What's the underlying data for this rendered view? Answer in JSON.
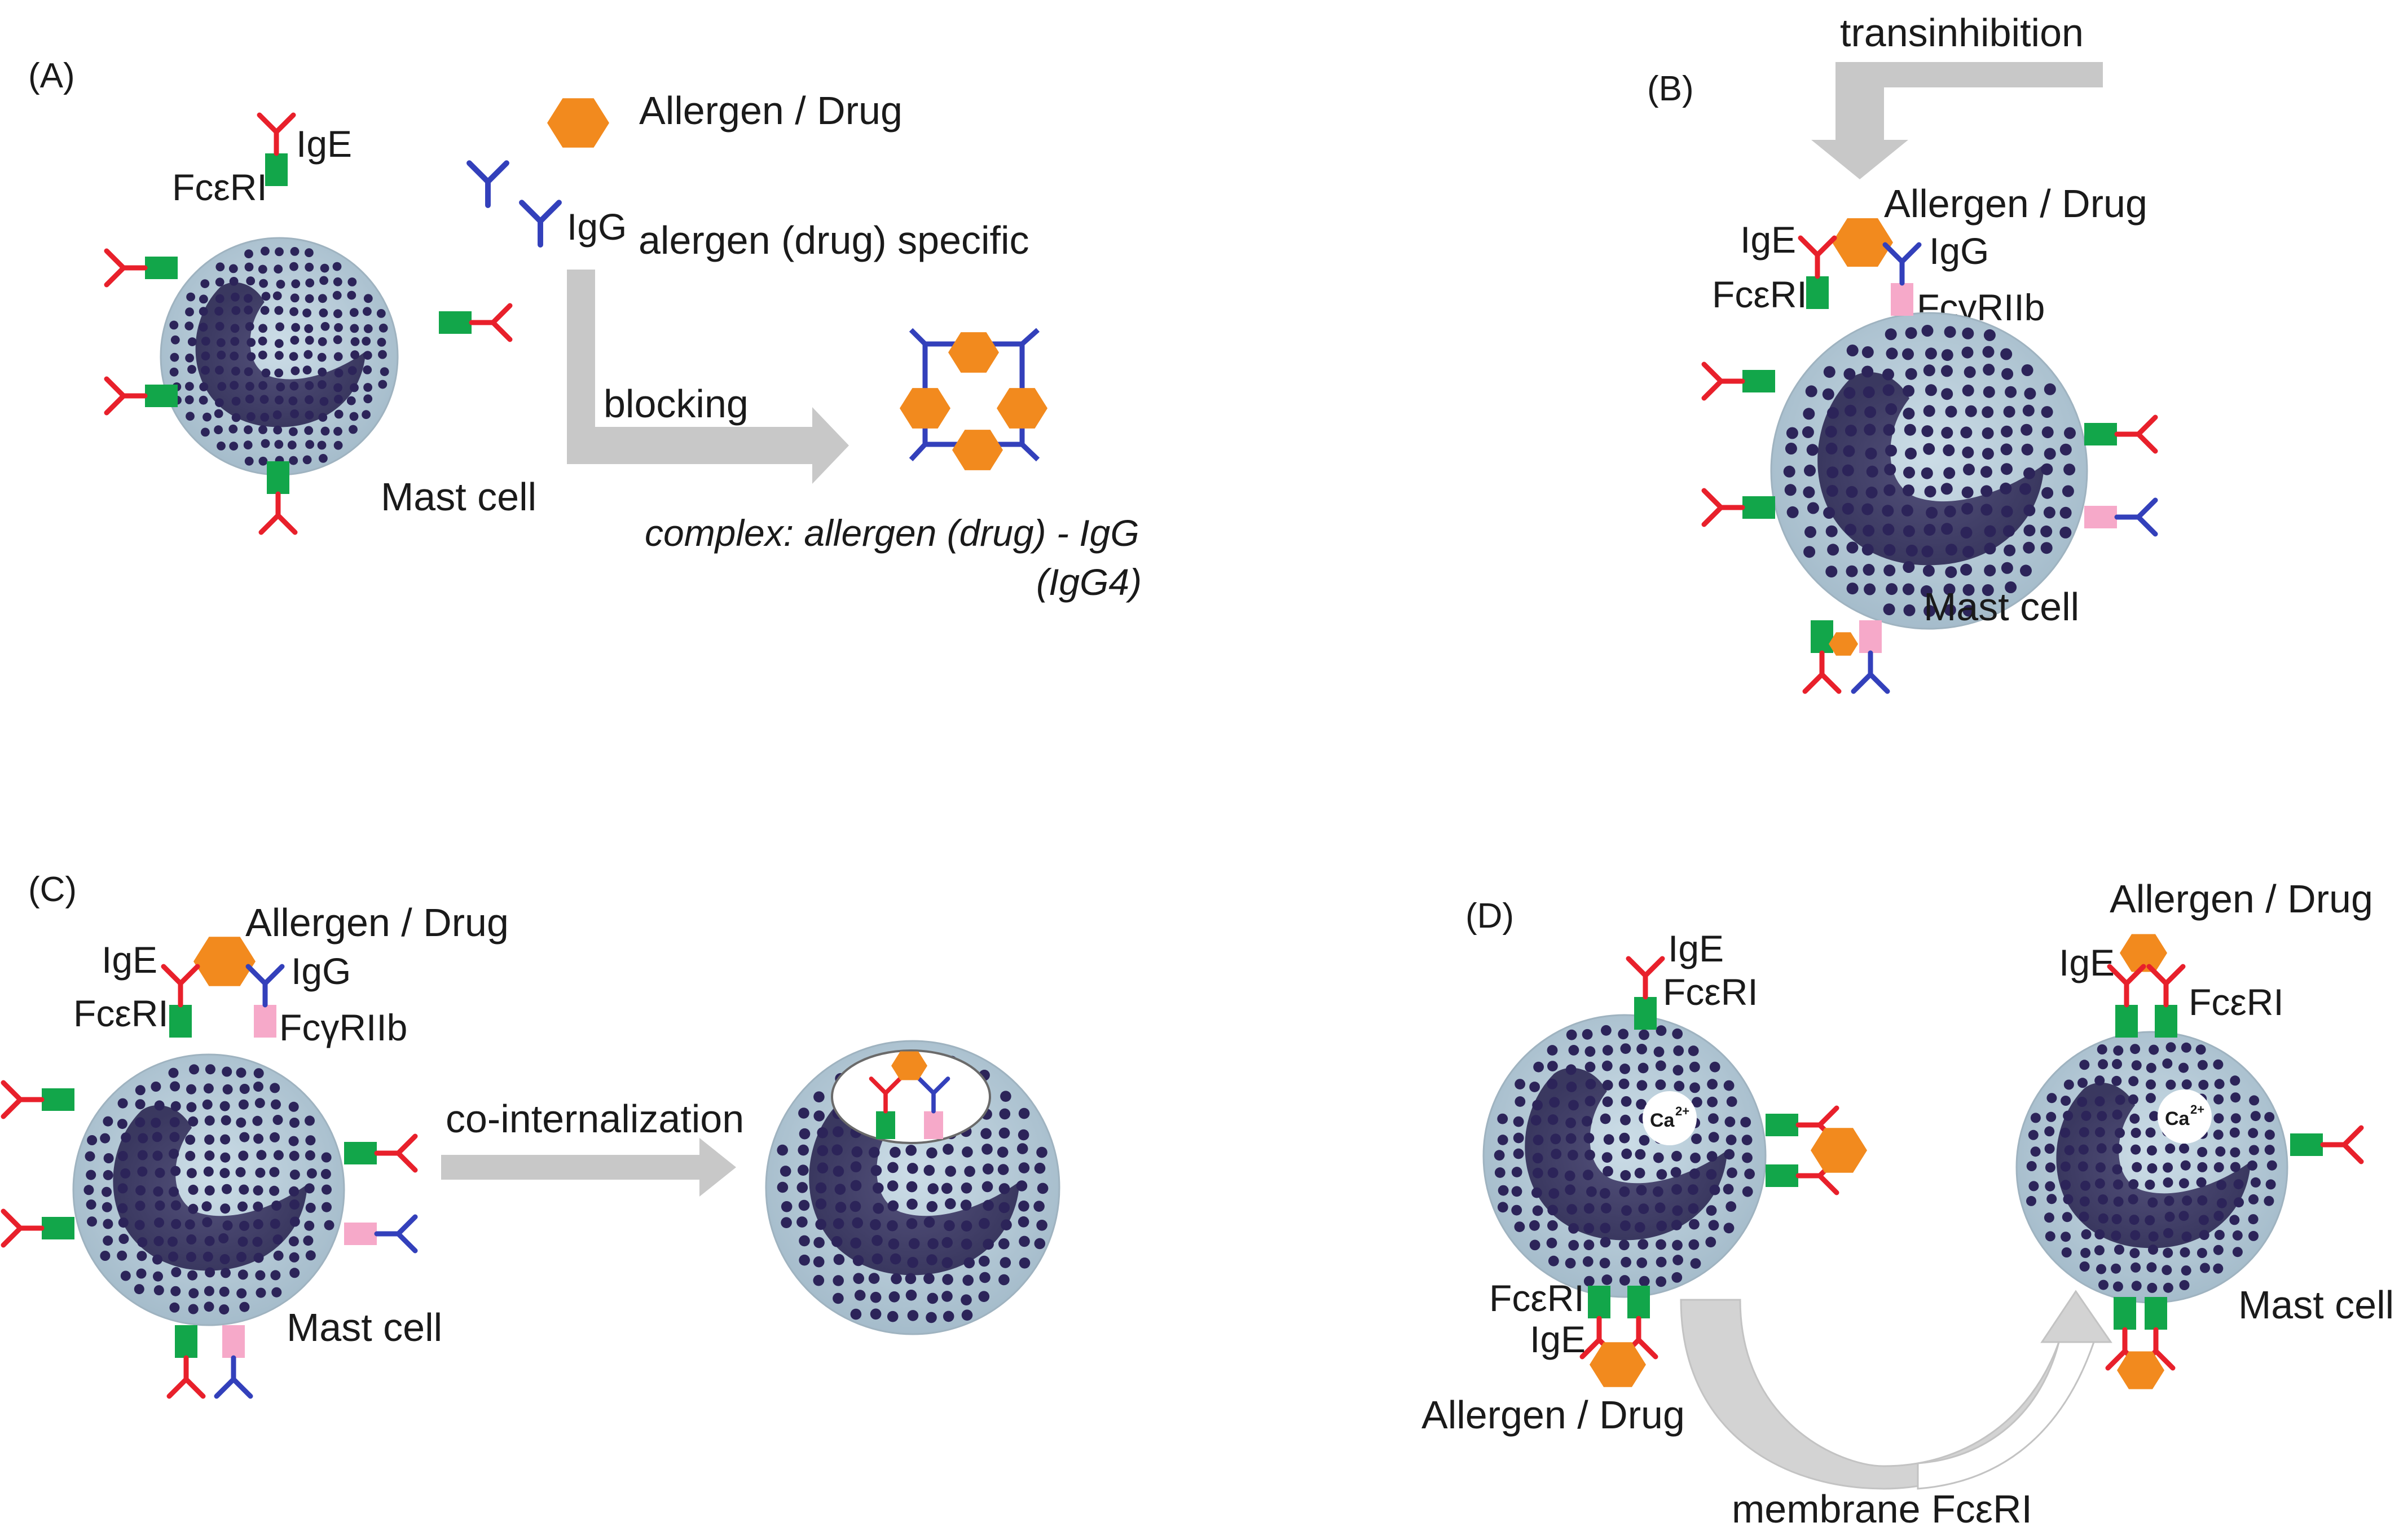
{
  "colors": {
    "ige": "#e8202b",
    "igg": "#3340bb",
    "fceri": "#12a64a",
    "fcgriib": "#f6a9c9",
    "allergen": "#f28a1e",
    "cell_fill": "#b9cedb",
    "cell_edge": "#9fb3c0",
    "granule": "#2c2459",
    "arrow": "#c8c8c8"
  },
  "panel_a": {
    "tag": "(A)",
    "ige": "IgE",
    "fceri": "FcεRI",
    "allergen_drug": "Allergen / Drug",
    "igg": "IgG",
    "specific": "alergen (drug) specific",
    "blocking": "blocking",
    "complex_line1": "complex: allergen (drug) - IgG",
    "complex_line2": "(IgG4)",
    "mast_cell": "Mast cell"
  },
  "panel_b": {
    "tag": "(B)",
    "transinhibition": "transinhibition",
    "allergen_drug": "Allergen / Drug",
    "ige": "IgE",
    "igg": "IgG",
    "fceri": "FcεRI",
    "fcgriib": "FcγRIIb",
    "mast_cell": "Mast cell"
  },
  "panel_c": {
    "tag": "(C)",
    "allergen_drug": "Allergen / Drug",
    "ige": "IgE",
    "igg": "IgG",
    "fceri": "FcεRI",
    "fcgriib": "FcγRIIb",
    "co_internalization": "co-internalization",
    "mast_cell": "Mast cell"
  },
  "panel_d": {
    "tag": "(D)",
    "ige_top": "IgE",
    "fceri_top": "FcεRI",
    "ca": "Ca",
    "ca_sup": "2+",
    "fceri_bottom": "FcεRI",
    "ige_bottom": "IgE",
    "allergen_drug_left": "Allergen / Drug",
    "membrane_fceri": "membrane FcεRI",
    "allergen_drug_right": "Allergen / Drug",
    "ige_right": "IgE",
    "fceri_right": "FcεRI",
    "mast_cell": "Mast cell"
  }
}
